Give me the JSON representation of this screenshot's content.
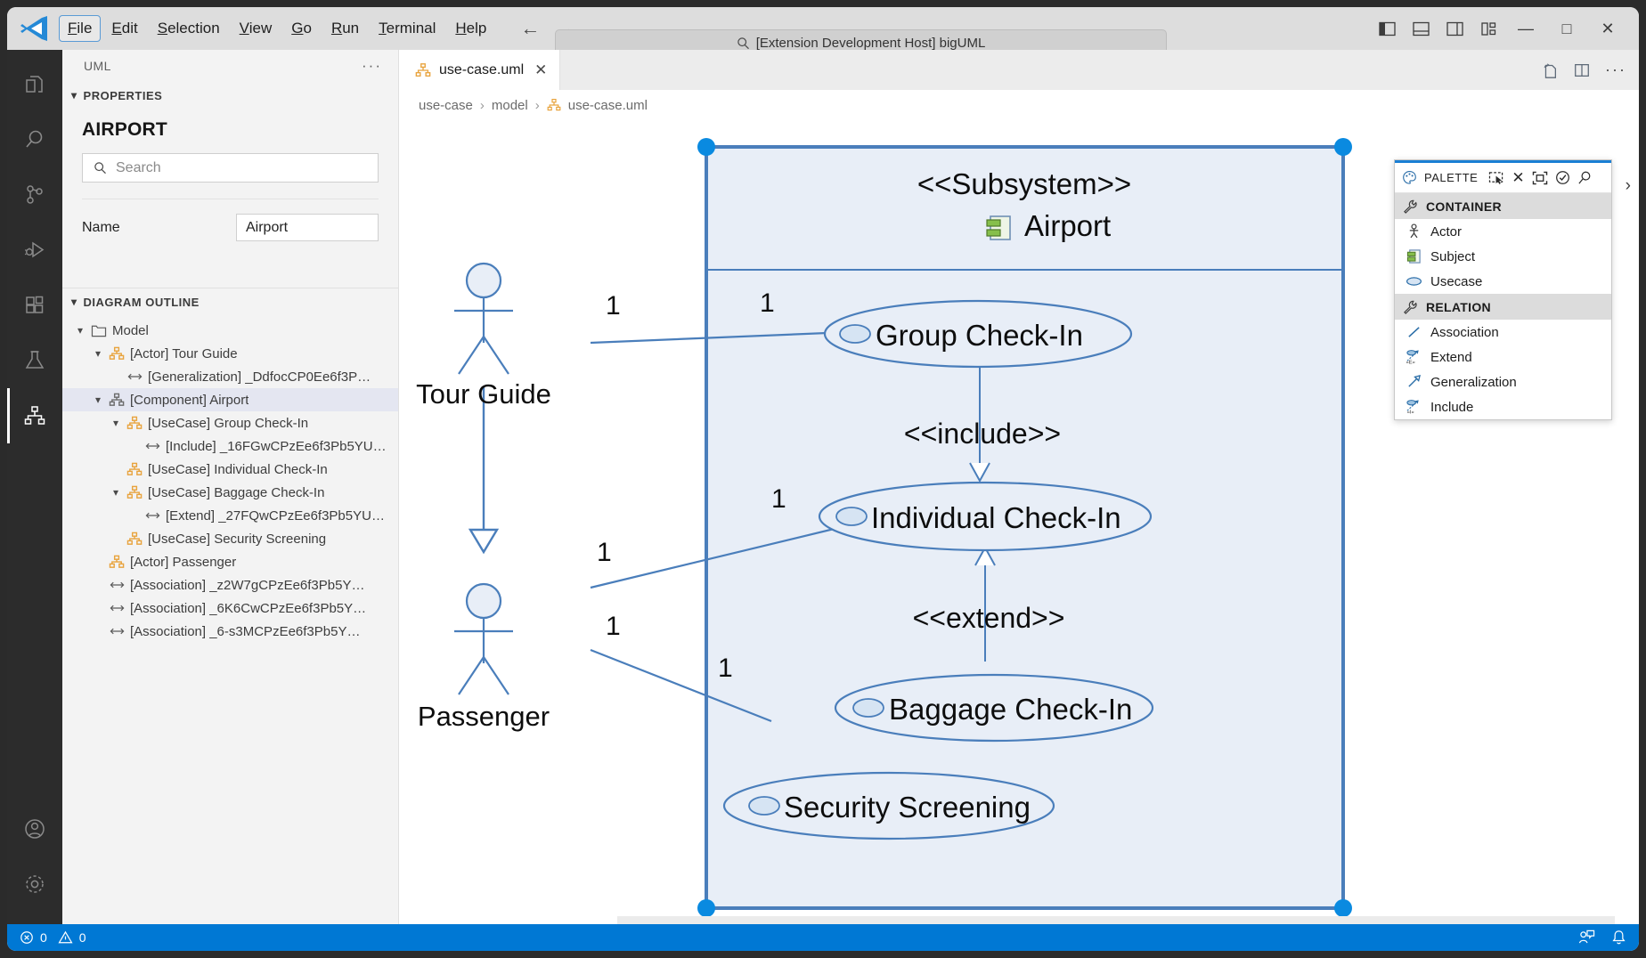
{
  "titlebar": {
    "menus": [
      {
        "label": "File",
        "mnemonic": "F",
        "focused": true
      },
      {
        "label": "Edit",
        "mnemonic": "E",
        "focused": false
      },
      {
        "label": "Selection",
        "mnemonic": "S",
        "focused": false
      },
      {
        "label": "View",
        "mnemonic": "V",
        "focused": false
      },
      {
        "label": "Go",
        "mnemonic": "G",
        "focused": false
      },
      {
        "label": "Run",
        "mnemonic": "R",
        "focused": false
      },
      {
        "label": "Terminal",
        "mnemonic": "T",
        "focused": false
      },
      {
        "label": "Help",
        "mnemonic": "H",
        "focused": false
      }
    ],
    "back_arrow": "←",
    "forward_arrow": "→",
    "quick_input_text": "[Extension Development Host] bigUML",
    "layout_icons": [
      "toggle-primary-sidebar-icon",
      "toggle-panel-icon",
      "toggle-secondary-sidebar-icon",
      "customize-layout-icon"
    ],
    "window_minimize": "—",
    "window_maximize": "□",
    "window_close": "✕"
  },
  "activitybar": {
    "items": [
      {
        "name": "explorer",
        "active": false
      },
      {
        "name": "search",
        "active": false
      },
      {
        "name": "source-control",
        "active": false
      },
      {
        "name": "run-and-debug",
        "active": false
      },
      {
        "name": "extensions",
        "active": false
      },
      {
        "name": "testing",
        "active": false
      },
      {
        "name": "uml",
        "active": true
      }
    ],
    "bottom": [
      {
        "name": "accounts"
      },
      {
        "name": "settings"
      }
    ]
  },
  "sidepanel": {
    "title": "UML",
    "more_actions": "···",
    "properties": {
      "section_label": "PROPERTIES",
      "heading": "AIRPORT",
      "search_placeholder": "Search",
      "name_label": "Name",
      "name_value": "Airport"
    },
    "outline": {
      "section_label": "DIAGRAM OUTLINE",
      "nodes": [
        {
          "indent": 0,
          "twisty": "⌄",
          "icon": "folder-icon",
          "label": "Model",
          "selected": false
        },
        {
          "indent": 1,
          "twisty": "⌄",
          "icon": "uml-element-icon",
          "label": "[Actor] Tour Guide",
          "selected": false
        },
        {
          "indent": 2,
          "twisty": "",
          "icon": "relation-icon",
          "label": "[Generalization] _DdfocCP0Ee6f3P…",
          "selected": false
        },
        {
          "indent": 1,
          "twisty": "⌄",
          "icon": "uml-element-gray-icon",
          "label": "[Component] Airport",
          "selected": true
        },
        {
          "indent": 2,
          "twisty": "⌄",
          "icon": "uml-element-icon",
          "label": "[UseCase] Group Check-In",
          "selected": false
        },
        {
          "indent": 3,
          "twisty": "",
          "icon": "relation-icon",
          "label": "[Include] _16FGwCPzEe6f3Pb5YU…",
          "selected": false
        },
        {
          "indent": 2,
          "twisty": "",
          "icon": "uml-element-icon",
          "label": "[UseCase] Individual Check-In",
          "selected": false
        },
        {
          "indent": 2,
          "twisty": "⌄",
          "icon": "uml-element-icon",
          "label": "[UseCase] Baggage Check-In",
          "selected": false
        },
        {
          "indent": 3,
          "twisty": "",
          "icon": "relation-icon",
          "label": "[Extend] _27FQwCPzEe6f3Pb5YU…",
          "selected": false
        },
        {
          "indent": 2,
          "twisty": "",
          "icon": "uml-element-icon",
          "label": "[UseCase] Security Screening",
          "selected": false
        },
        {
          "indent": 1,
          "twisty": "",
          "icon": "uml-element-icon",
          "label": "[Actor] Passenger",
          "selected": false
        },
        {
          "indent": 1,
          "twisty": "",
          "icon": "relation-icon",
          "label": "[Association] _z2W7gCPzEe6f3Pb5Y…",
          "selected": false
        },
        {
          "indent": 1,
          "twisty": "",
          "icon": "relation-icon",
          "label": "[Association] _6K6CwCPzEe6f3Pb5Y…",
          "selected": false
        },
        {
          "indent": 1,
          "twisty": "",
          "icon": "relation-icon",
          "label": "[Association] _6-s3MCPzEe6f3Pb5Y…",
          "selected": false
        }
      ]
    }
  },
  "editor": {
    "tab": {
      "label": "use-case.uml",
      "close": "✕",
      "icon": "uml-file-icon"
    },
    "actions": [
      "reopen-editor-icon",
      "split-editor-icon",
      "more-actions-icon"
    ],
    "breadcrumb": [
      {
        "label": "use-case",
        "icon": ""
      },
      {
        "label": "model",
        "icon": ""
      },
      {
        "label": "use-case.uml",
        "icon": "uml-file-icon"
      }
    ],
    "breadcrumb_separator": "›"
  },
  "palette": {
    "title": "PALETTE",
    "header_icons": [
      "palette-icon",
      "marquee-select-icon",
      "delete-icon",
      "fit-to-screen-icon",
      "validate-icon",
      "search-icon"
    ],
    "expand_icon": "›",
    "groups": [
      {
        "label": "CONTAINER",
        "icon": "wrench-icon",
        "items": [
          {
            "label": "Actor",
            "icon": "actor-icon"
          },
          {
            "label": "Subject",
            "icon": "subject-icon"
          },
          {
            "label": "Usecase",
            "icon": "usecase-icon"
          }
        ]
      },
      {
        "label": "RELATION",
        "icon": "wrench-icon",
        "items": [
          {
            "label": "Association",
            "icon": "association-icon"
          },
          {
            "label": "Extend",
            "icon": "extend-icon"
          },
          {
            "label": "Generalization",
            "icon": "generalization-icon"
          },
          {
            "label": "Include",
            "icon": "include-icon"
          }
        ]
      }
    ]
  },
  "diagram": {
    "subsystem": {
      "stereotype": "<<Subsystem>>",
      "name": "Airport",
      "selected": true
    },
    "actors": [
      {
        "name": "Tour Guide"
      },
      {
        "name": "Passenger"
      }
    ],
    "usecases": [
      {
        "name": "Group Check-In"
      },
      {
        "name": "Individual Check-In"
      },
      {
        "name": "Baggage Check-In"
      },
      {
        "name": "Security Screening"
      }
    ],
    "relation_labels": [
      {
        "text": "<<include>>",
        "from": "Group Check-In",
        "to": "Individual Check-In"
      },
      {
        "text": "<<extend>>",
        "from": "Baggage Check-In",
        "to": "Individual Check-In"
      }
    ],
    "multiplicities": [
      "1",
      "1",
      "1",
      "1",
      "1",
      "1"
    ],
    "colors": {
      "stroke": "#4a7ebb",
      "subsystem_fill": "#e8eef7",
      "usecase_fill": "#e8eef7",
      "selection_handle": "#0a8ae0",
      "subsystem_border": "#4a7ebb"
    }
  },
  "statusbar": {
    "errors": "0",
    "warnings": "0",
    "error_icon": "error-icon",
    "warning_icon": "warning-icon",
    "right_icons": [
      "feedback-icon",
      "notifications-bell-icon"
    ]
  }
}
